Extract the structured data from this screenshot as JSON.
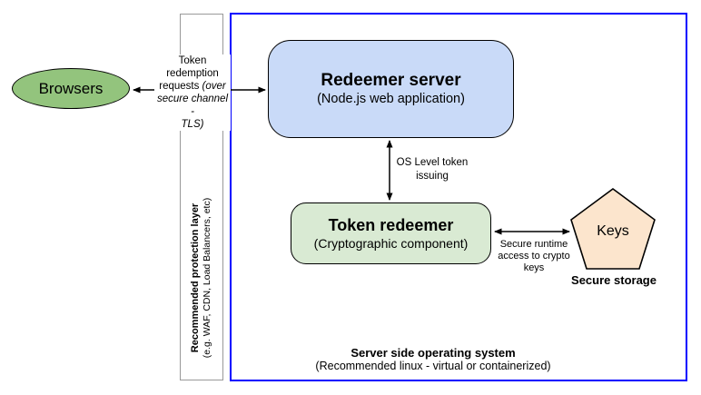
{
  "nodes": {
    "browsers": {
      "label": "Browsers"
    },
    "redeemer_server": {
      "title": "Redeemer server",
      "subtitle": "(Node.js web application)"
    },
    "token_redeemer": {
      "title": "Token redeemer",
      "subtitle": "(Cryptographic component)"
    },
    "keys": {
      "label": "Keys",
      "caption": "Secure storage"
    }
  },
  "protection_layer": {
    "title": "Recommended protection layer",
    "subtitle": "(e.g. WAF, CDN, Load Balancers, etc)"
  },
  "server_boundary": {
    "title": "Server side operating system",
    "subtitle": "(Recommended linux - virtual or containerized)"
  },
  "edges": {
    "token_redemption": {
      "l1": "Token",
      "l2": "redemption",
      "l3_regular": "requests ",
      "l3_italic": "(over",
      "l4_italic": "secure channel -",
      "l5_italic": "TLS)"
    },
    "os_issuing": {
      "l1": "OS Level token",
      "l2": "issuing"
    },
    "secure_runtime": {
      "l1": "Secure runtime",
      "l2": "access to crypto",
      "l3": "keys"
    }
  },
  "colors": {
    "browsers_fill": "#93c47d",
    "redeemer_server_fill": "#c9daf8",
    "token_redeemer_fill": "#d9ead3",
    "keys_fill": "#fce5cd",
    "os_boundary_border": "#0000ff",
    "protection_strip_border": "#999999",
    "stroke": "#000000"
  }
}
